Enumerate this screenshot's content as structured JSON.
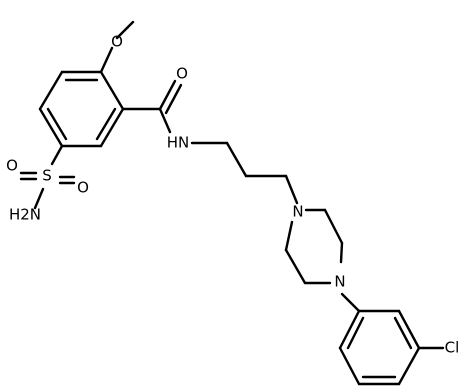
{
  "structure": {
    "atom_labels": {
      "methyl_o": "O",
      "carbonyl_o": "O",
      "amide_nh": "HN",
      "sulfonyl_s": "S",
      "sulfonyl_o1": "O",
      "sulfonyl_o2": "O",
      "sulfonamide_nh2": "H2N",
      "piperazine_n1": "N",
      "piperazine_n2": "N",
      "chlorine": "Cl"
    }
  }
}
